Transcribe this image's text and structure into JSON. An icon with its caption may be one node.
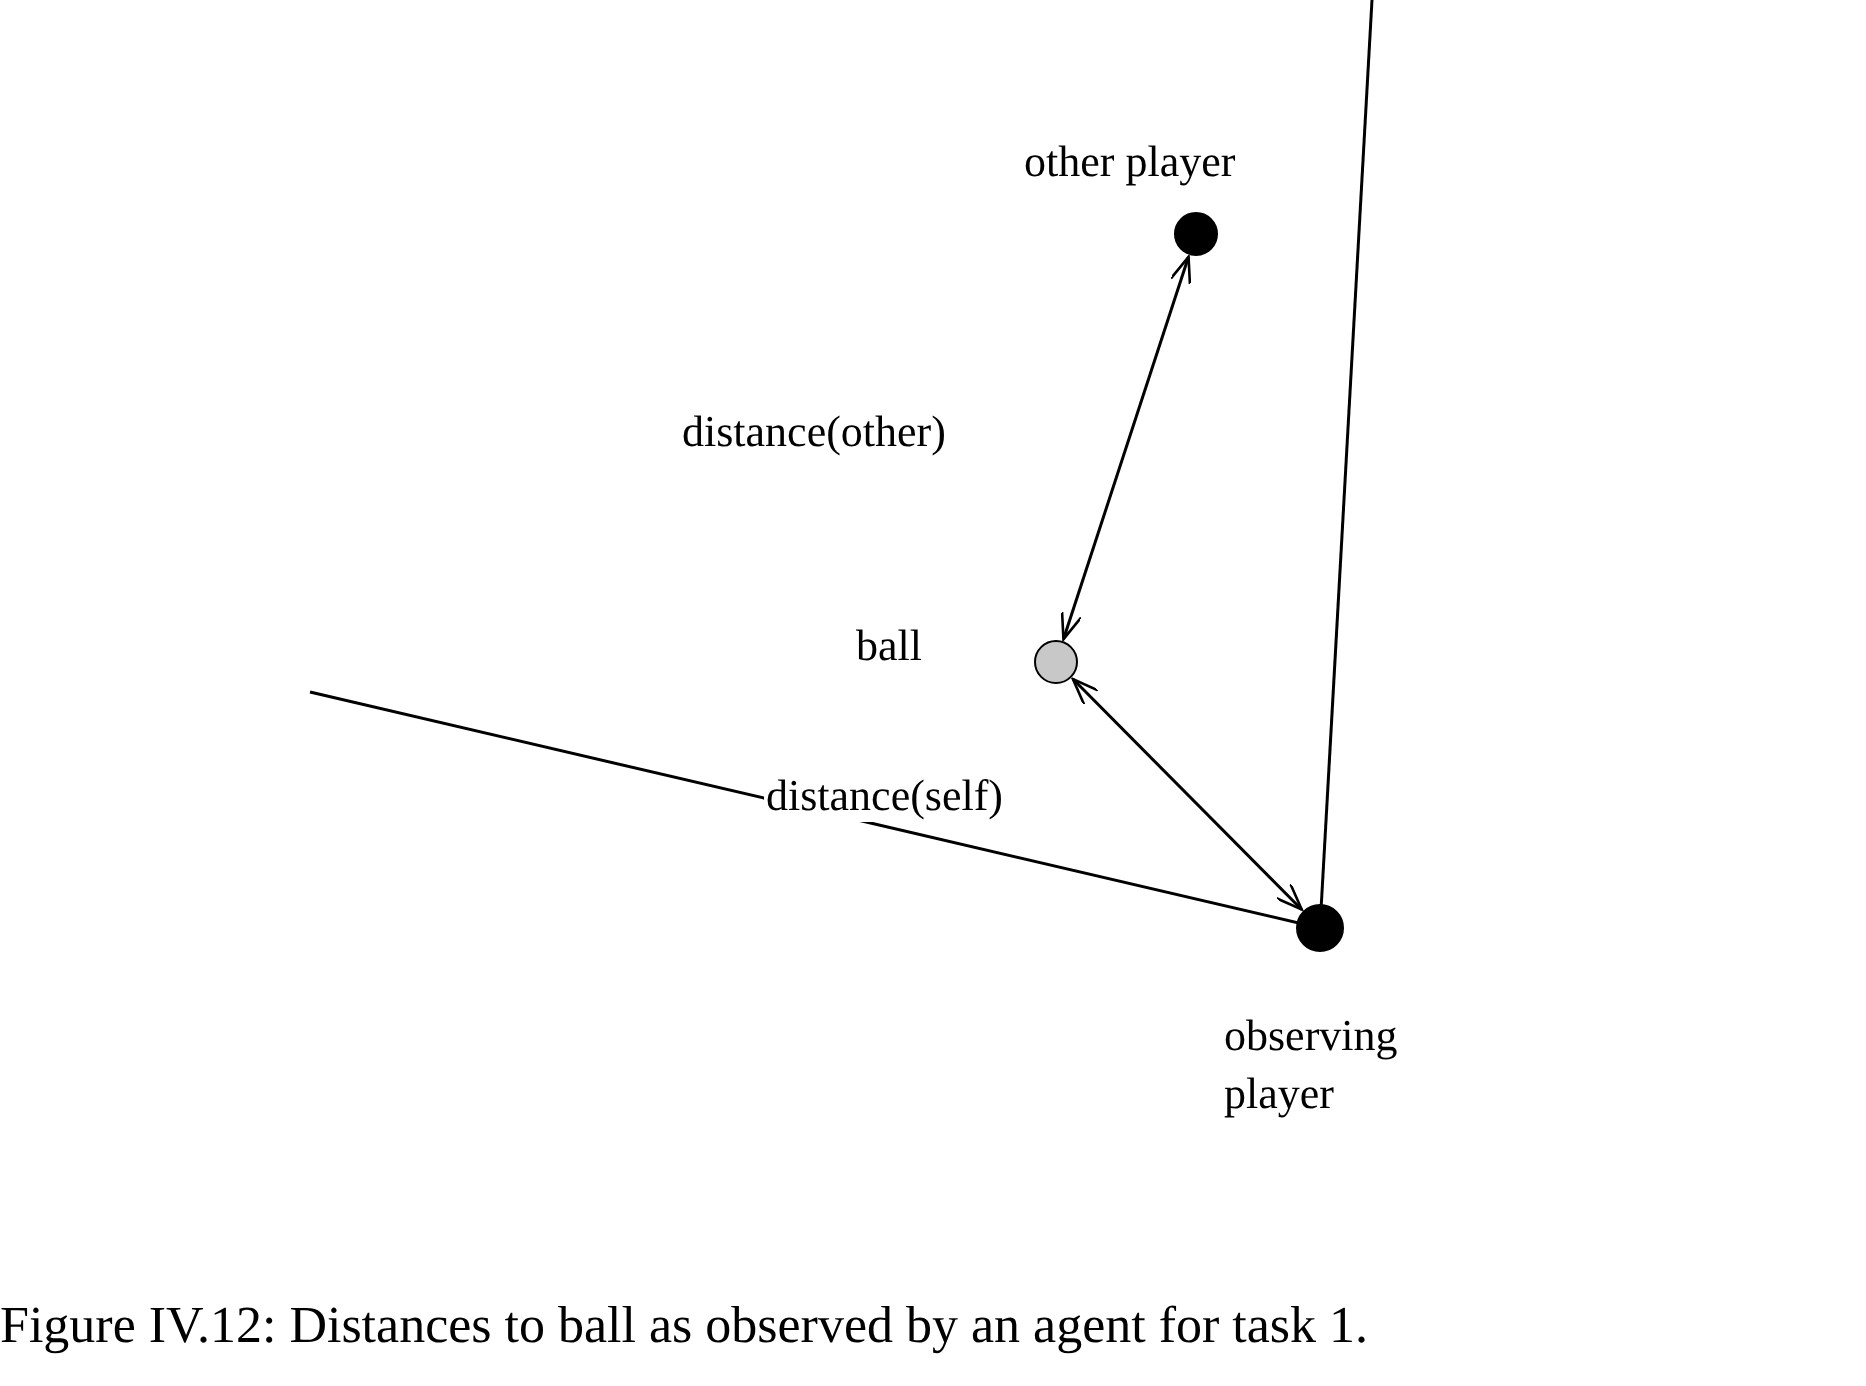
{
  "diagram": {
    "caption": "Figure IV.12: Distances to ball as observed by an agent for task 1.",
    "nodes": [
      {
        "text": [],
        "shape": "circle",
        "beside": [
          "other player"
        ]
      },
      {
        "text": [],
        "shape": "circle",
        "beside": [
          "ball"
        ]
      },
      {
        "text": [],
        "shape": "circle",
        "beside": [
          "observing player"
        ]
      }
    ],
    "edges": [
      {
        "from": 0,
        "to": 1,
        "arrow": "both",
        "label": "distance(other)"
      },
      {
        "from": 1,
        "to": 2,
        "arrow": "both",
        "label": "distance(self)"
      }
    ]
  }
}
